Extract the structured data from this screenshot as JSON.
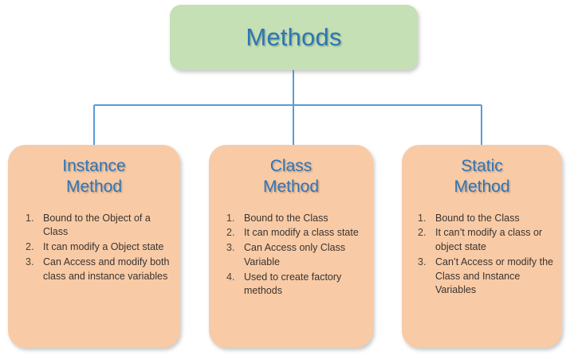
{
  "diagram": {
    "title": "Methods",
    "type": "hierarchy-tree",
    "colors": {
      "root_fill": "#C5E0B4",
      "leaf_fill": "#F8CBA6",
      "heading_text": "#2E75B6",
      "body_text": "#3A3330",
      "connector_line": "#5B9BD5",
      "background": "#FFFFFF"
    },
    "root": {
      "label": "Methods"
    },
    "children": [
      {
        "title": "Instance\nMethod",
        "items": [
          {
            "num": "1.",
            "text": "Bound to the Object of a Class"
          },
          {
            "num": "2.",
            "text": "It can modify a Object state"
          },
          {
            "num": "3.",
            "text": "Can Access and modify both class and instance variables"
          }
        ]
      },
      {
        "title": "Class\nMethod",
        "items": [
          {
            "num": "1.",
            "text": "Bound to the Class"
          },
          {
            "num": "2.",
            "text": "It can modify a class state"
          },
          {
            "num": "3.",
            "text": "Can Access only Class Variable"
          },
          {
            "num": "4.",
            "text": "Used to create factory methods"
          }
        ]
      },
      {
        "title": "Static\nMethod",
        "items": [
          {
            "num": "1.",
            "text": "Bound to the Class"
          },
          {
            "num": "2.",
            "text": "It can’t modify a class or object state"
          },
          {
            "num": "3.",
            "text": "Can’t Access or modify the Class and Instance Variables"
          }
        ]
      }
    ]
  }
}
